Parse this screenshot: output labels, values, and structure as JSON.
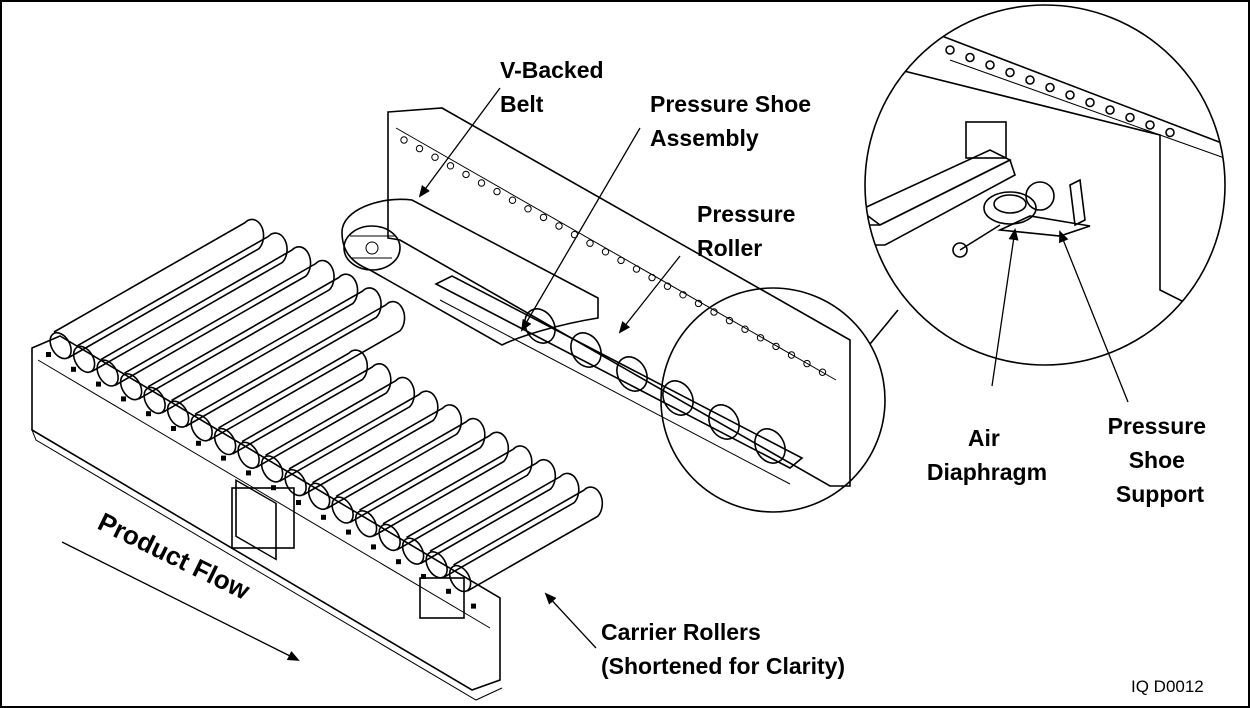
{
  "callouts": {
    "v_backed_belt": [
      "V-Backed",
      "Belt"
    ],
    "pressure_shoe_assembly": [
      "Pressure Shoe",
      "Assembly"
    ],
    "pressure_roller": [
      "Pressure",
      "Roller"
    ],
    "air_diaphragm": [
      "Air",
      "Diaphragm"
    ],
    "pressure_shoe_support": [
      "Pressure",
      "Shoe",
      "Support"
    ],
    "carrier_rollers": [
      "Carrier Rollers",
      "(Shortened for Clarity)"
    ]
  },
  "product_flow": "Product Flow",
  "figure_id": "IQ D0012"
}
